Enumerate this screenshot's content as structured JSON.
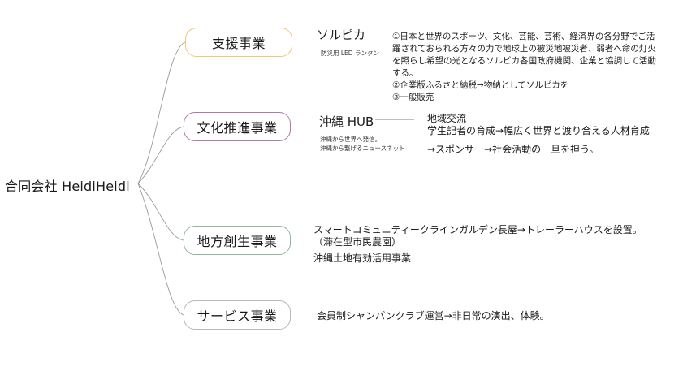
{
  "root": {
    "label": "合同会社 HeidiHeidi"
  },
  "branches": [
    {
      "label": "支援事業",
      "color": "#f0c870",
      "product": "ソルピカ",
      "product_sub": "防災用 LED ランタン",
      "details": [
        "①日本と世界のスポーツ、文化、芸能、芸術、経済界の各分野でご活",
        "躍されておられる方々の力で地球上の被災地被災者、弱者へ命の灯火",
        "を照らし希望の光となるソルピカ各国政府機関、企業と協調して活動",
        "する。",
        "②企業版ふるさと納税→物納としてソルピカを",
        "③一般販売"
      ]
    },
    {
      "label": "文化推進事業",
      "color": "#b07aa8",
      "hub_title": "沖縄 HUB",
      "hub_sub": [
        "沖縄から世界へ発信。",
        "沖縄から繋げるニュースネット"
      ],
      "right_lines": [
        "地域交流",
        "学生記者の育成→幅広く世界と渡り合える人材育成",
        "→スポンサー→社会活動の一旦を担う。"
      ]
    },
    {
      "label": "地方創生事業",
      "color": "#8db79a",
      "lines": [
        "スマートコミュニティークラインガルデン長屋→トレーラーハウスを設置。",
        "（滞在型市民農園）",
        "沖縄土地有効活用事業"
      ]
    },
    {
      "label": "サービス事業",
      "color": "#b8b8b8",
      "lines": [
        "会員制シャンパンクラブ運営→非日常の演出、体験。"
      ]
    }
  ]
}
